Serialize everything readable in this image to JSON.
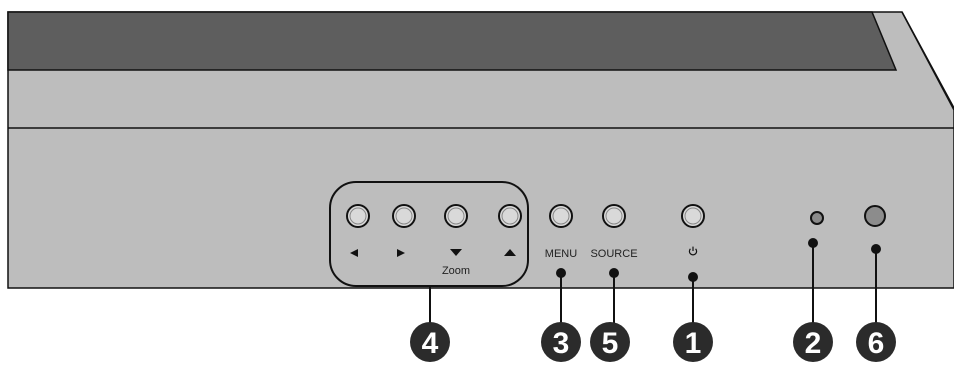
{
  "panel": {
    "button_labels": {
      "menu": "MENU",
      "source": "SOURCE",
      "zoom": "Zoom"
    },
    "power_symbol": "power-icon",
    "arrow_icons": [
      "left-arrow-icon",
      "right-arrow-icon",
      "down-arrow-icon",
      "up-arrow-icon"
    ]
  },
  "callouts": {
    "c1": "1",
    "c2": "2",
    "c3": "3",
    "c4": "4",
    "c5": "5",
    "c6": "6"
  },
  "colors": {
    "screen": "#5e5e5e",
    "bezel": "#bdbdbd",
    "outline": "#111111",
    "callout": "#2b2b2b"
  }
}
